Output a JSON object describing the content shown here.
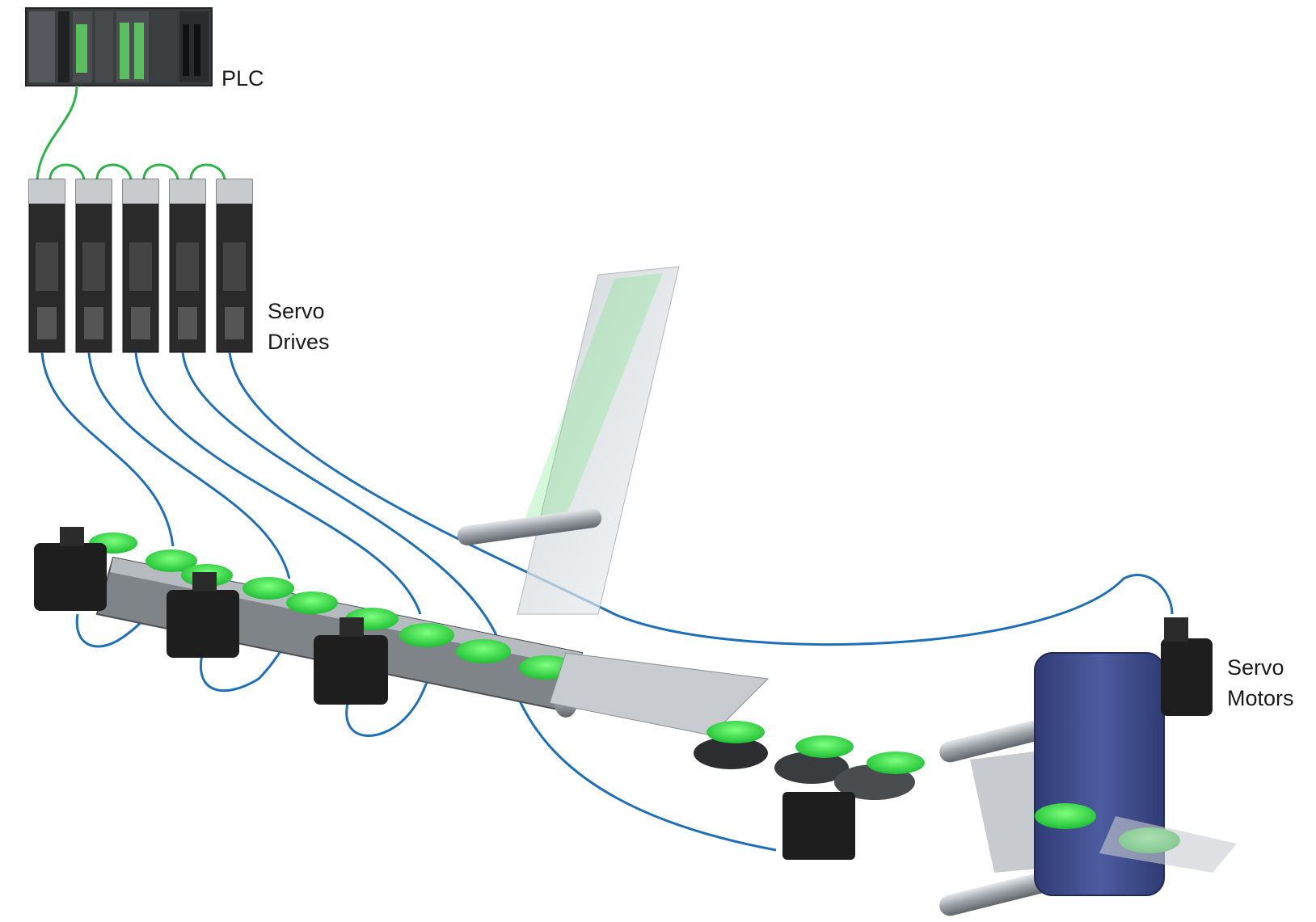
{
  "labels": {
    "plc": "PLC",
    "servo_drives": [
      "Servo",
      "Drives"
    ],
    "servo_motors": [
      "Servo",
      "Motors"
    ]
  },
  "colors": {
    "ethercat_cable": "#2db34a",
    "motor_cable": "#1f6fb8",
    "product_green": "#3ddc4a",
    "wrap_block": "#3b4a8c",
    "motor_body": "#1e1e1e",
    "drive_body": "#2a2a2a",
    "conveyor": "#8a8f94"
  },
  "counts": {
    "servo_drives": 5
  }
}
